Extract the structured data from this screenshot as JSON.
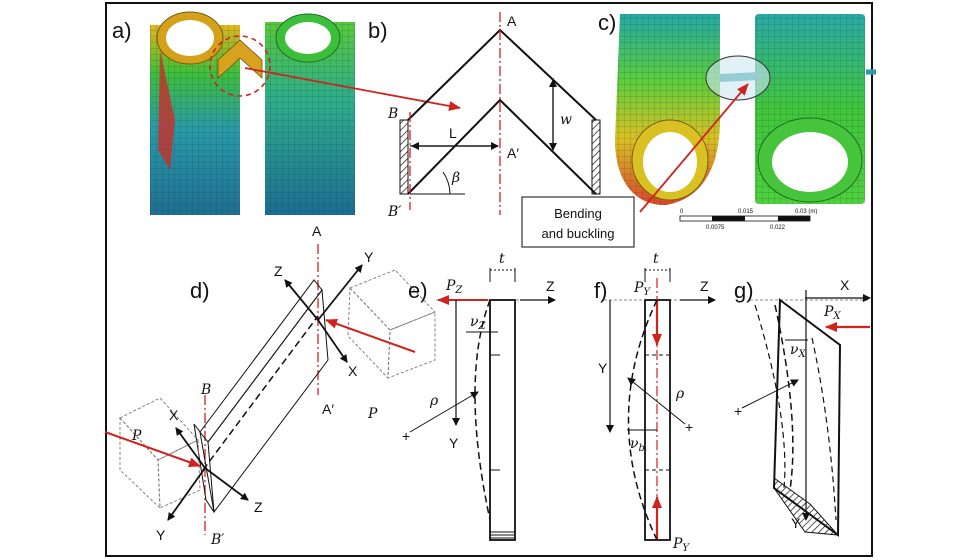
{
  "panels": {
    "a": "a)",
    "b": "b)",
    "c": "c)",
    "d": "d)",
    "e": "e)",
    "f": "f)",
    "g": "g)"
  },
  "panel_b": {
    "A": "A",
    "A_prime": "A′",
    "B": "B",
    "B_prime": "B′",
    "L": "L",
    "w": "w",
    "beta": "β"
  },
  "panel_c": {
    "callout_line1": "Bending",
    "callout_line2": "and buckling",
    "scale_top": [
      "0",
      "0.015",
      "0.03 (m)"
    ],
    "scale_bottom": [
      "0.0075",
      "0.022"
    ]
  },
  "panel_d": {
    "A": "A",
    "A_prime": "A′",
    "B": "B",
    "B_prime": "B′",
    "Z": "Z",
    "Y": "Y",
    "X": "X",
    "P": "P"
  },
  "panel_e": {
    "t": "t",
    "Pz": "P",
    "Pz_sub": "Z",
    "Z": "Z",
    "Y": "Y",
    "nu": "ν",
    "nu_sub": "Z",
    "rho": "ρ",
    "plus": "+"
  },
  "panel_f": {
    "t": "t",
    "Py": "P",
    "Py_sub": "Y",
    "Z": "Z",
    "Y": "Y",
    "rho": "ρ",
    "nu": "ν",
    "nu_sub": "b",
    "plus": "+"
  },
  "panel_g": {
    "X": "X",
    "Y": "Y",
    "Px": "P",
    "Px_sub": "X",
    "nu": "ν",
    "nu_sub": "X",
    "plus": "+"
  },
  "colors": {
    "red": "#d0231e",
    "mesh_blue": "#2a8fa6",
    "mesh_green": "#3fbf3a",
    "mesh_yellow": "#e3b21e"
  }
}
